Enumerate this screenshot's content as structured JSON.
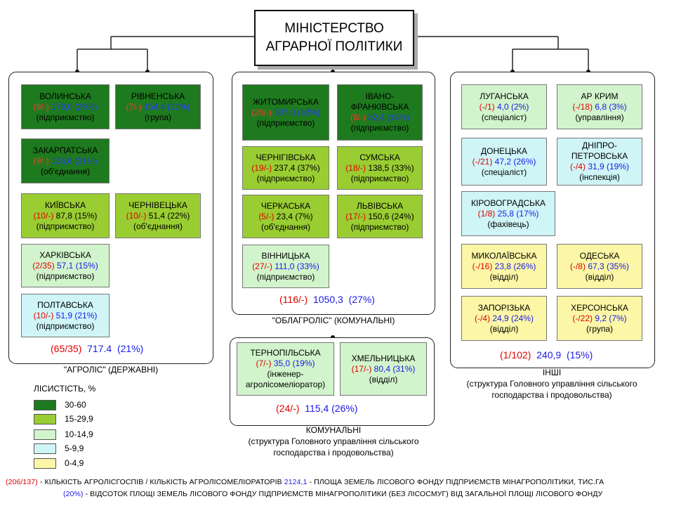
{
  "ministry": {
    "line1": "МІНІСТЕРСТВО",
    "line2": "АГРАРНОЇ ПОЛІТИКИ"
  },
  "colors": {
    "lvl1": "#1e7a1e",
    "lvl2": "#9acd32",
    "lvl3": "#d2f4cc",
    "lvl4": "#cff5f7",
    "lvl5": "#fcf7a6",
    "red": "#e00000",
    "blue": "#1a1ae6"
  },
  "groups": {
    "agrolis": {
      "caption": "\"АГРОЛІС\" (ДЕРЖАВНІ)",
      "total": {
        "count": "(65/35)",
        "value": "717.4",
        "pct": "(21%)"
      },
      "boxes": [
        {
          "name": "ВОЛИНСЬКА",
          "count": "(9/-)",
          "value": "178,0 (29%)",
          "type": "(підприємство)"
        },
        {
          "name": "РІВНЕНСЬКА",
          "count": "(7/-)",
          "value": "154,4 (21%)",
          "type": "(група)"
        },
        {
          "name": "ЗАКАРПАТСЬКА",
          "count": "(9/-)",
          "value": "136,8 (21%)",
          "type": "(об'єднання)"
        },
        {
          "name": "КИЇВСЬКА",
          "count": "(10/-)",
          "value": "87,8 (15%)",
          "type": "(підприємство)"
        },
        {
          "name": "ЧЕРНІВЕЦЬКА",
          "count": "(10/-)",
          "value": "51,4 (22%)",
          "type": "(об'єднання)"
        },
        {
          "name": "ХАРКІВСЬКА",
          "count": "(2/35)",
          "value": "57,1 (15%)",
          "type": "(підприємство)"
        },
        {
          "name": "ПОЛТАВСЬКА",
          "count": "(10/-)",
          "value": "51,9 (21%)",
          "type": "(підприємство)"
        }
      ]
    },
    "oblagrolis": {
      "caption": "\"ОБЛАГРОЛІС\" (КОМУНАЛЬНІ)",
      "total": {
        "count": "(116/-)",
        "value": "1050,3",
        "pct": "(27%)"
      },
      "boxes": [
        {
          "name": "ЖИТОМИРСЬКА",
          "count": "(20/-)",
          "value": "307,0 (32%)",
          "type": "(підприємство)"
        },
        {
          "name1": "ІВАНО-",
          "name2": "ФРАНКІВСЬКА",
          "count": "(8/-)",
          "value": "82,4 (15%)",
          "type": "(підприємство)"
        },
        {
          "name": "ЧЕРНІГІВСЬКА",
          "count": "(19/-)",
          "value": "237,4 (37%)",
          "type": "(підприємство)"
        },
        {
          "name": "СУМСЬКА",
          "count": "(18/-)",
          "value": "138,5 (33%)",
          "type": "(підприємство)"
        },
        {
          "name": "ЧЕРКАСЬКА",
          "count": "(5/-)",
          "value": "23,4 (7%)",
          "type": "(об'єднання)"
        },
        {
          "name": "ЛЬВІВСЬКА",
          "count": "(17/-)",
          "value": "150,6 (24%)",
          "type": "(підприємство)"
        },
        {
          "name": "ВІННИЦЬКА",
          "count": "(27/-)",
          "value": "111,0 (33%)",
          "type": "(підприємство)"
        }
      ]
    },
    "komunalni": {
      "caption1": "КОМУНАЛЬНІ",
      "caption2": "(структура Головного управління сільського",
      "caption3": "господарства і продовольства)",
      "total": {
        "count": "(24/-)",
        "value": "115,4 (26%)"
      },
      "boxes": [
        {
          "name": "ТЕРНОПІЛЬСЬКА",
          "count": "(7/-)",
          "value": "35,0 (19%)",
          "type1": "(інженер-",
          "type2": "агролісомеліоратор)"
        },
        {
          "name": "ХМЕЛЬНИЦЬКА",
          "count": "(17/-)",
          "value": "80,4 (31%)",
          "type": "(відділ)"
        }
      ]
    },
    "inshi": {
      "caption1": "ІНШІ",
      "caption2": "(структура Головного управління сільського",
      "caption3": "господарства і продовольства)",
      "total": {
        "count": "(1/102)",
        "value": "240,9",
        "pct": "(15%)"
      },
      "boxes": [
        {
          "name": "ЛУГАНСЬКА",
          "count": "(-/1)",
          "value": "4,0 (2%)",
          "type": "(спеціаліст)"
        },
        {
          "name": "АР КРИМ",
          "count": "(-/18)",
          "value": "6,8 (3%)",
          "type": "(управління)"
        },
        {
          "name": "ДОНЕЦЬКА",
          "count": "(-/21)",
          "value": "47,2 (26%)",
          "type": "(спеціаліст)"
        },
        {
          "name1": "ДНІПРО-",
          "name2": "ПЕТРОВСЬКА",
          "count": "(-/4)",
          "value": "31,9 (19%)",
          "type": "(інспекція)"
        },
        {
          "name": "КІРОВОГРАДСЬКА",
          "count": "(1/8)",
          "value": "25,8 (17%)",
          "type": "(фахівець)"
        },
        {
          "name": "МИКОЛАЇВСЬКА",
          "count": "(-/16)",
          "value": "23,8 (26%)",
          "type": "(відділ)"
        },
        {
          "name": "ОДЕСЬКА",
          "count": "(-/8)",
          "value": "67,3 (35%)",
          "type": "(відділ)"
        },
        {
          "name": "ЗАПОРІЗЬКА",
          "count": "(-/4)",
          "value": "24,9 (24%)",
          "type": "(відділ)"
        },
        {
          "name": "ХЕРСОНСЬКА",
          "count": "(-/22)",
          "value": "9,2 (7%)",
          "type": "(група)"
        }
      ]
    }
  },
  "legend": {
    "title": "ЛІСИСТІСТЬ, %",
    "items": [
      "30-60",
      "15-29,9",
      "10-14,9",
      "5-9,9",
      "0-4,9"
    ]
  },
  "notes": {
    "n1_code": "(206/137)",
    "n1_text": "- КІЛЬКІСТЬ АГРОЛІСГОСПІВ / КІЛЬКІСТЬ АГРОЛІСОМЕЛІОРАТОРІВ",
    "n1_code2": "2124,1",
    "n1_text2": "- ПЛОЩА ЗЕМЕЛЬ ЛІСОВОГО ФОНДУ ПІДПРИЄМСТВ МІНАГРОПОЛІТИКИ, ТИС.ГА",
    "n2_code": "(20%)",
    "n2_text": "- ВІДСОТОК ПЛОЩІ ЗЕМЕЛЬ ЛІСОВОГО ФОНДУ ПІДПРИЄМСТВ МІНАГРОПОЛІТИКИ (БЕЗ ЛІСОСМУГ) ВІД ЗАГАЛЬНОЇ ПЛОЩІ ЛІСОВОГО ФОНДУ"
  }
}
